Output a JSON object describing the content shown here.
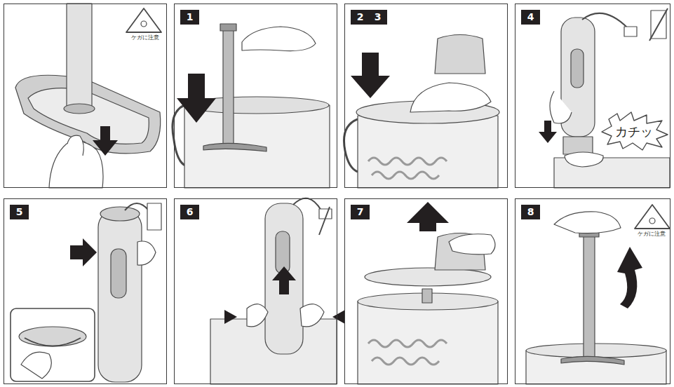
{
  "diagram": {
    "nodes": [
      {
        "text": [
          "ケガに注意"
        ]
      },
      {
        "text": [
          "1"
        ]
      },
      {
        "text": [
          "2",
          "3"
        ]
      },
      {
        "text": [
          "4",
          "カチッ"
        ]
      },
      {
        "text": [
          "5"
        ]
      },
      {
        "text": [
          "6"
        ]
      },
      {
        "text": [
          "7"
        ]
      },
      {
        "text": [
          "8",
          "ケガに注意"
        ]
      }
    ]
  }
}
